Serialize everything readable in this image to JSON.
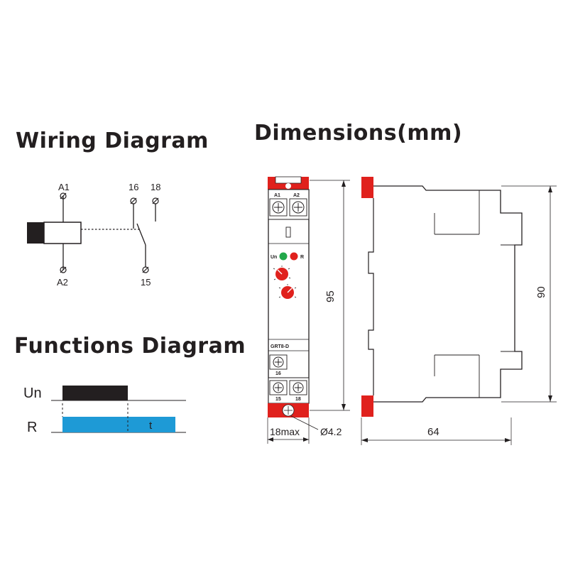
{
  "wiring": {
    "title": "Wiring Diagram",
    "terminals": {
      "a1": "A1",
      "a2": "A2",
      "t16": "16",
      "t18": "18",
      "t15": "15"
    }
  },
  "functions": {
    "title": "Functions Diagram",
    "signals": [
      {
        "label": "Un",
        "color": "#231f20"
      },
      {
        "label": "R",
        "color": "#1e9ad6",
        "marker": "t"
      }
    ]
  },
  "dimensions": {
    "title": "Dimensions(mm)",
    "front": {
      "terminals_top": [
        "A1",
        "A2"
      ],
      "indicators": [
        {
          "label": "Un",
          "color": "#22a84a"
        },
        {
          "label": "R",
          "color": "#e0211d"
        }
      ],
      "model": "GRT8-D",
      "terminals_bottom_single": "16",
      "terminals_bottom": [
        "15",
        "18"
      ],
      "height": "95",
      "width": "18max",
      "hole": "Ø4.2"
    },
    "side": {
      "height": "90",
      "depth": "64"
    },
    "accent_color": "#e0211d"
  }
}
